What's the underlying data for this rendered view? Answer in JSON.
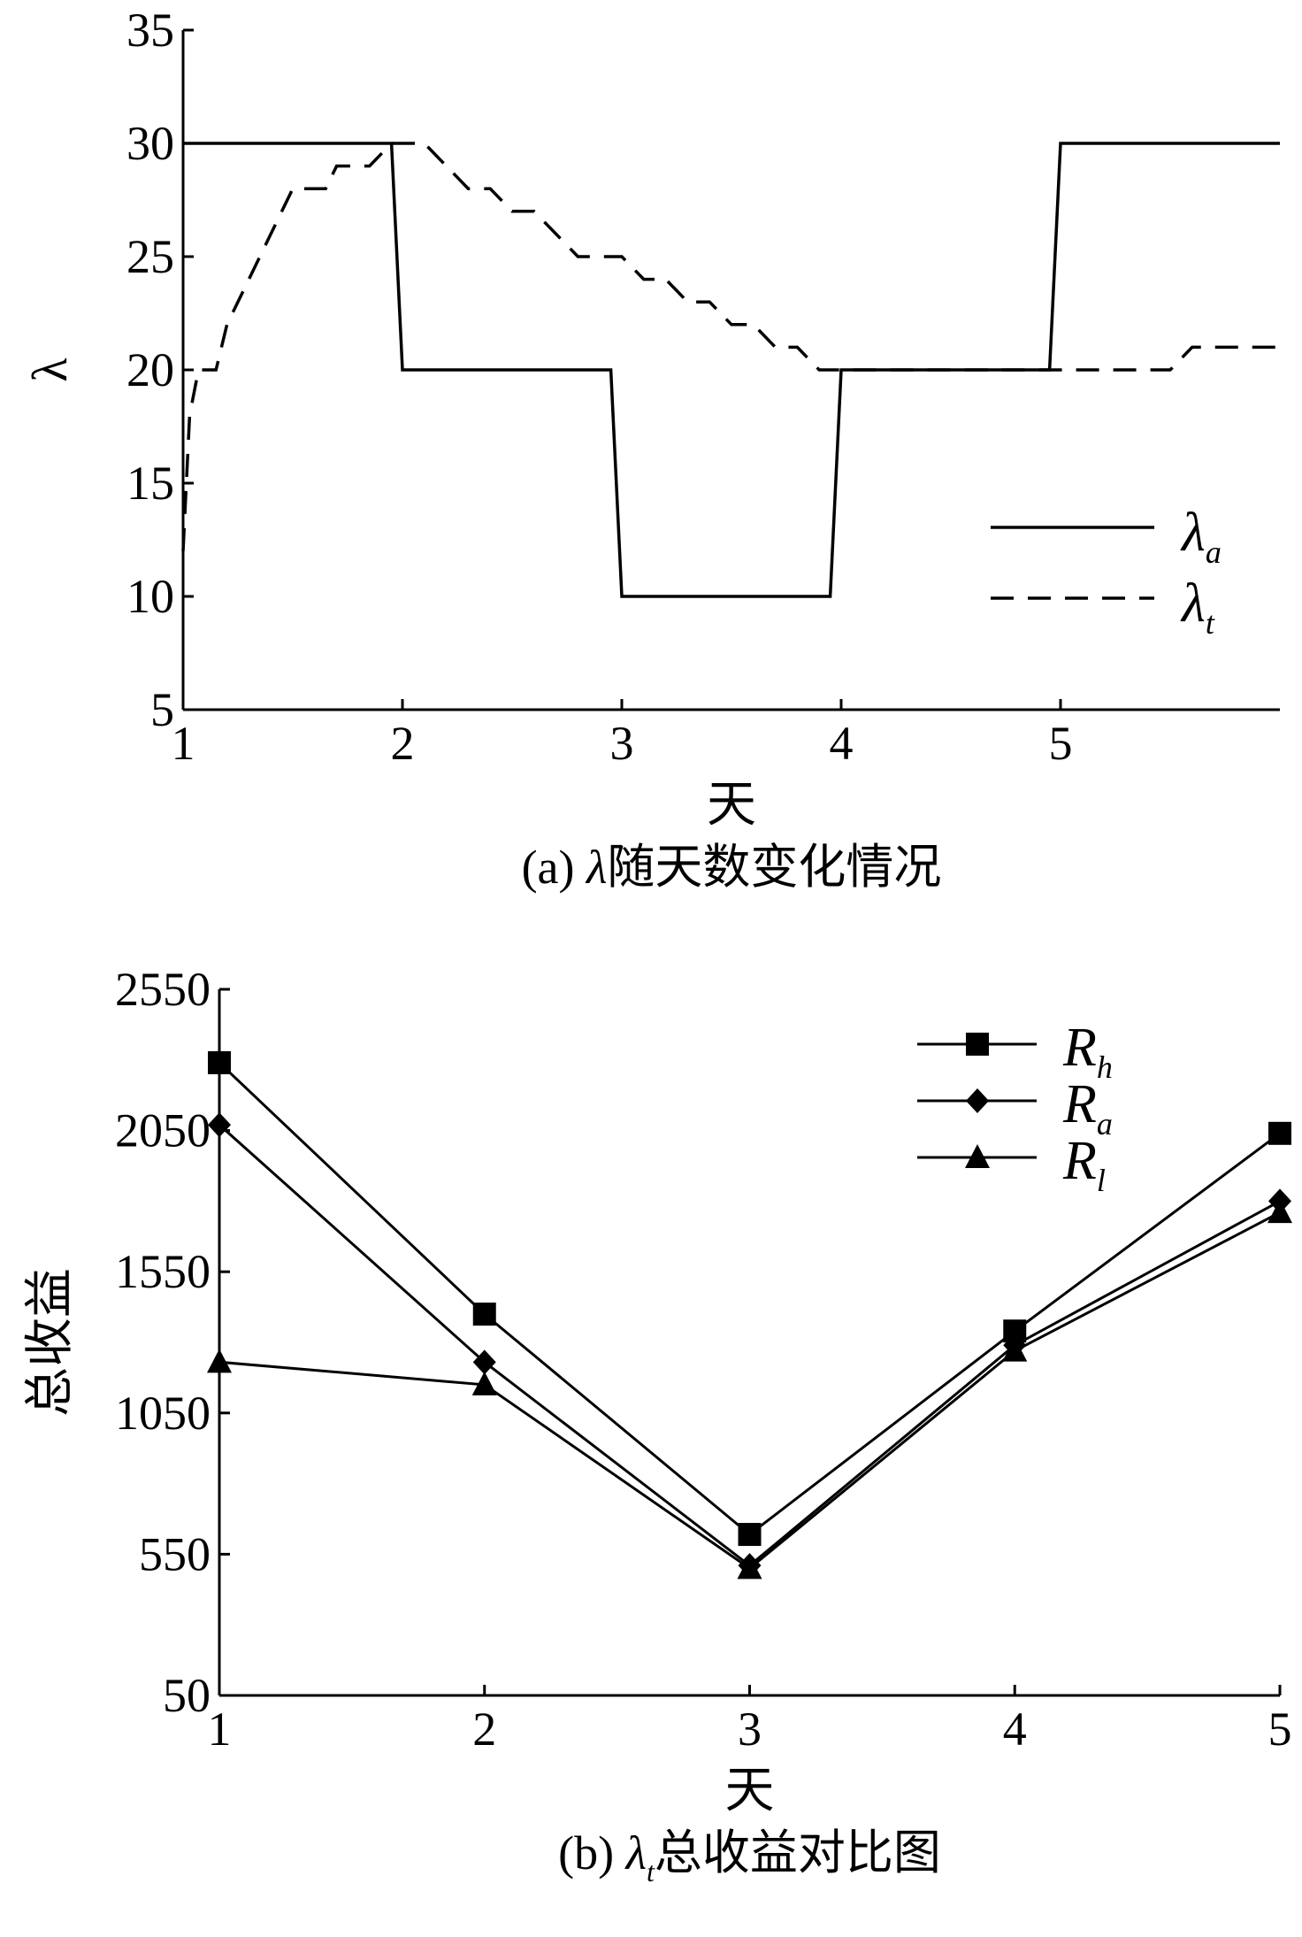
{
  "chart_data": [
    {
      "type": "line",
      "caption": {
        "prefix": "(a) ",
        "symbol": "λ",
        "text": "随天数变化情况"
      },
      "xlabel": "天",
      "ylabel": "λ",
      "xlim": [
        1,
        6
      ],
      "ylim": [
        5,
        35
      ],
      "xticks": [
        1,
        2,
        3,
        4,
        5
      ],
      "yticks": [
        5,
        10,
        15,
        20,
        25,
        30,
        35
      ],
      "grid": false,
      "legend_position": "right",
      "series": [
        {
          "name": "λ",
          "sub": "a",
          "style": "solid",
          "points": [
            [
              1,
              30
            ],
            [
              1.95,
              30
            ],
            [
              2,
              20
            ],
            [
              2.95,
              20
            ],
            [
              3,
              10
            ],
            [
              3.95,
              10
            ],
            [
              4,
              20
            ],
            [
              4.95,
              20
            ],
            [
              5,
              30
            ],
            [
              6,
              30
            ]
          ]
        },
        {
          "name": "λ",
          "sub": "t",
          "style": "dashed",
          "points": [
            [
              1,
              12
            ],
            [
              1.03,
              18
            ],
            [
              1.07,
              20
            ],
            [
              1.15,
              20
            ],
            [
              1.2,
              22
            ],
            [
              1.3,
              24
            ],
            [
              1.4,
              26
            ],
            [
              1.5,
              28
            ],
            [
              1.6,
              28
            ],
            [
              1.65,
              28
            ],
            [
              1.7,
              29
            ],
            [
              1.75,
              29
            ],
            [
              1.85,
              29
            ],
            [
              1.95,
              30
            ],
            [
              2.0,
              30
            ],
            [
              2.1,
              30
            ],
            [
              2.2,
              29
            ],
            [
              2.3,
              28
            ],
            [
              2.4,
              28
            ],
            [
              2.5,
              27
            ],
            [
              2.6,
              27
            ],
            [
              2.7,
              26
            ],
            [
              2.8,
              25
            ],
            [
              2.9,
              25
            ],
            [
              3.0,
              25
            ],
            [
              3.1,
              24
            ],
            [
              3.2,
              24
            ],
            [
              3.3,
              23
            ],
            [
              3.4,
              23
            ],
            [
              3.5,
              22
            ],
            [
              3.6,
              22
            ],
            [
              3.7,
              21
            ],
            [
              3.8,
              21
            ],
            [
              3.9,
              20
            ],
            [
              4.0,
              20
            ],
            [
              4.5,
              20
            ],
            [
              5.0,
              20
            ],
            [
              5.5,
              20
            ],
            [
              5.6,
              21
            ],
            [
              6,
              21
            ]
          ]
        }
      ]
    },
    {
      "type": "line",
      "caption": {
        "prefix": "(b) ",
        "symbol": "λ",
        "sub": "t",
        "text": "总收益对比图"
      },
      "xlabel": "天",
      "ylabel": "总收益",
      "xlim": [
        1,
        5
      ],
      "ylim": [
        50,
        2550
      ],
      "xticks": [
        1,
        2,
        3,
        4,
        5
      ],
      "yticks": [
        50,
        550,
        1050,
        1550,
        2050,
        2550
      ],
      "grid": false,
      "legend_position": "top-right",
      "series": [
        {
          "name": "R",
          "sub": "h",
          "marker": "square",
          "values": [
            2290,
            1400,
            620,
            1340,
            2040
          ]
        },
        {
          "name": "R",
          "sub": "a",
          "marker": "diamond",
          "values": [
            2070,
            1230,
            510,
            1290,
            1800
          ]
        },
        {
          "name": "R",
          "sub": "l",
          "marker": "triangle",
          "values": [
            1230,
            1150,
            500,
            1270,
            1760
          ]
        }
      ]
    }
  ]
}
